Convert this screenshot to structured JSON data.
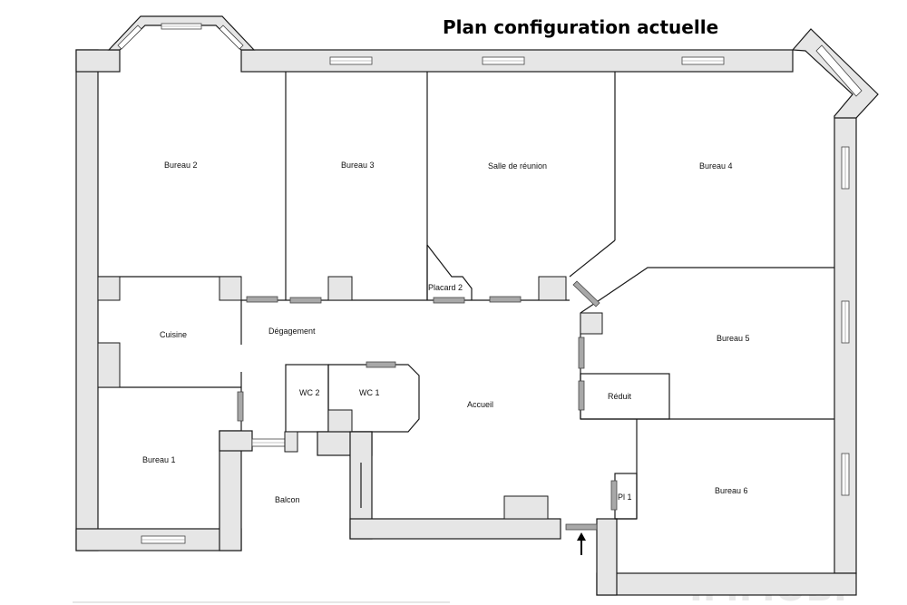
{
  "title": "Plan configuration actuelle",
  "rooms": {
    "bureau_1": "Bureau 1",
    "bureau_2": "Bureau 2",
    "bureau_3": "Bureau 3",
    "salle_reunion": "Salle de réunion",
    "bureau_4": "Bureau 4",
    "bureau_5": "Bureau 5",
    "bureau_6": "Bureau 6",
    "cuisine": "Cuisine",
    "degagement": "Dégagement",
    "placard_2": "Placard 2",
    "wc_1": "WC 1",
    "wc_2": "WC 2",
    "accueil": "Accueil",
    "reduit": "Réduit",
    "pl_1": "Pl 1",
    "balcon": "Balcon"
  },
  "watermark": "IMMOBI"
}
